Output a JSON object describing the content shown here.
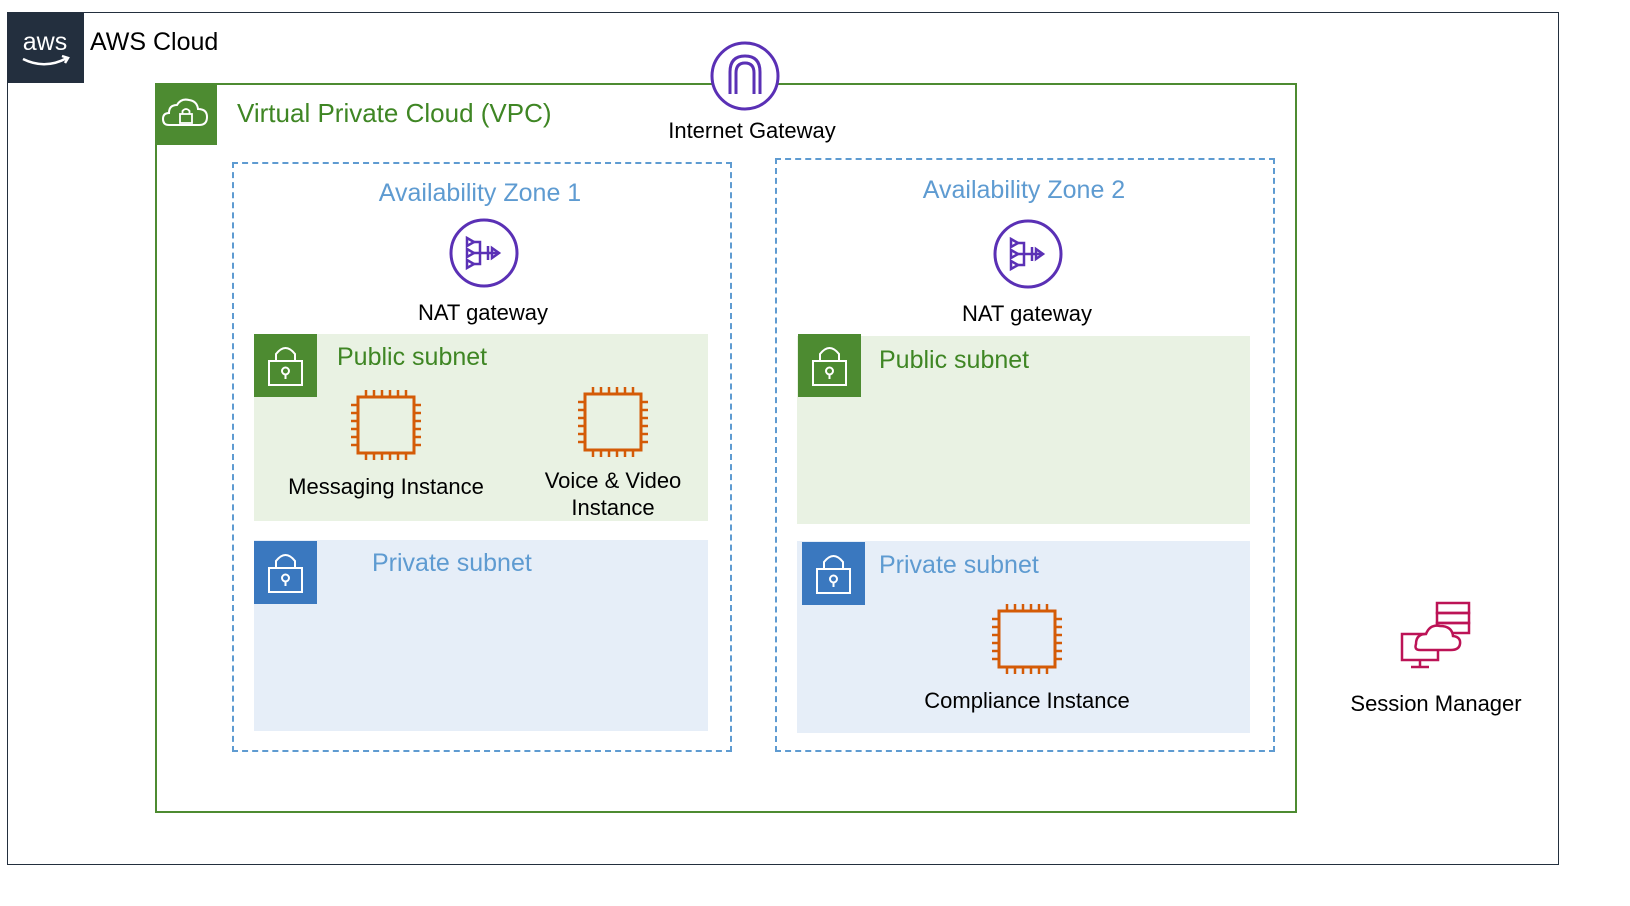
{
  "aws_cloud": {
    "logo_text": "aws",
    "label": "AWS Cloud"
  },
  "vpc": {
    "label": "Virtual Private Cloud (VPC)"
  },
  "internet_gateway": {
    "label": "Internet Gateway",
    "icon": "internet-gateway-icon"
  },
  "zones": [
    {
      "label": "Availability Zone 1",
      "nat_label": "NAT gateway",
      "public_subnet": {
        "label": "Public subnet",
        "instances": [
          "Messaging Instance",
          "Voice & Video",
          "Instance"
        ]
      },
      "private_subnet": {
        "label": "Private subnet"
      }
    },
    {
      "label": "Availability Zone 2",
      "nat_label": "NAT gateway",
      "public_subnet": {
        "label": "Public subnet"
      },
      "private_subnet": {
        "label": "Private subnet",
        "instances": [
          "Compliance Instance"
        ]
      }
    }
  ],
  "session_manager": {
    "label": "Session Manager"
  },
  "colors": {
    "vpc_green": "#4d8b31",
    "az_blue": "#5e9bd1",
    "ec2_orange": "#d45b07",
    "nat_purple": "#5a30b5",
    "ssm_pink": "#bc1356",
    "aws_dark": "#232f3e"
  }
}
